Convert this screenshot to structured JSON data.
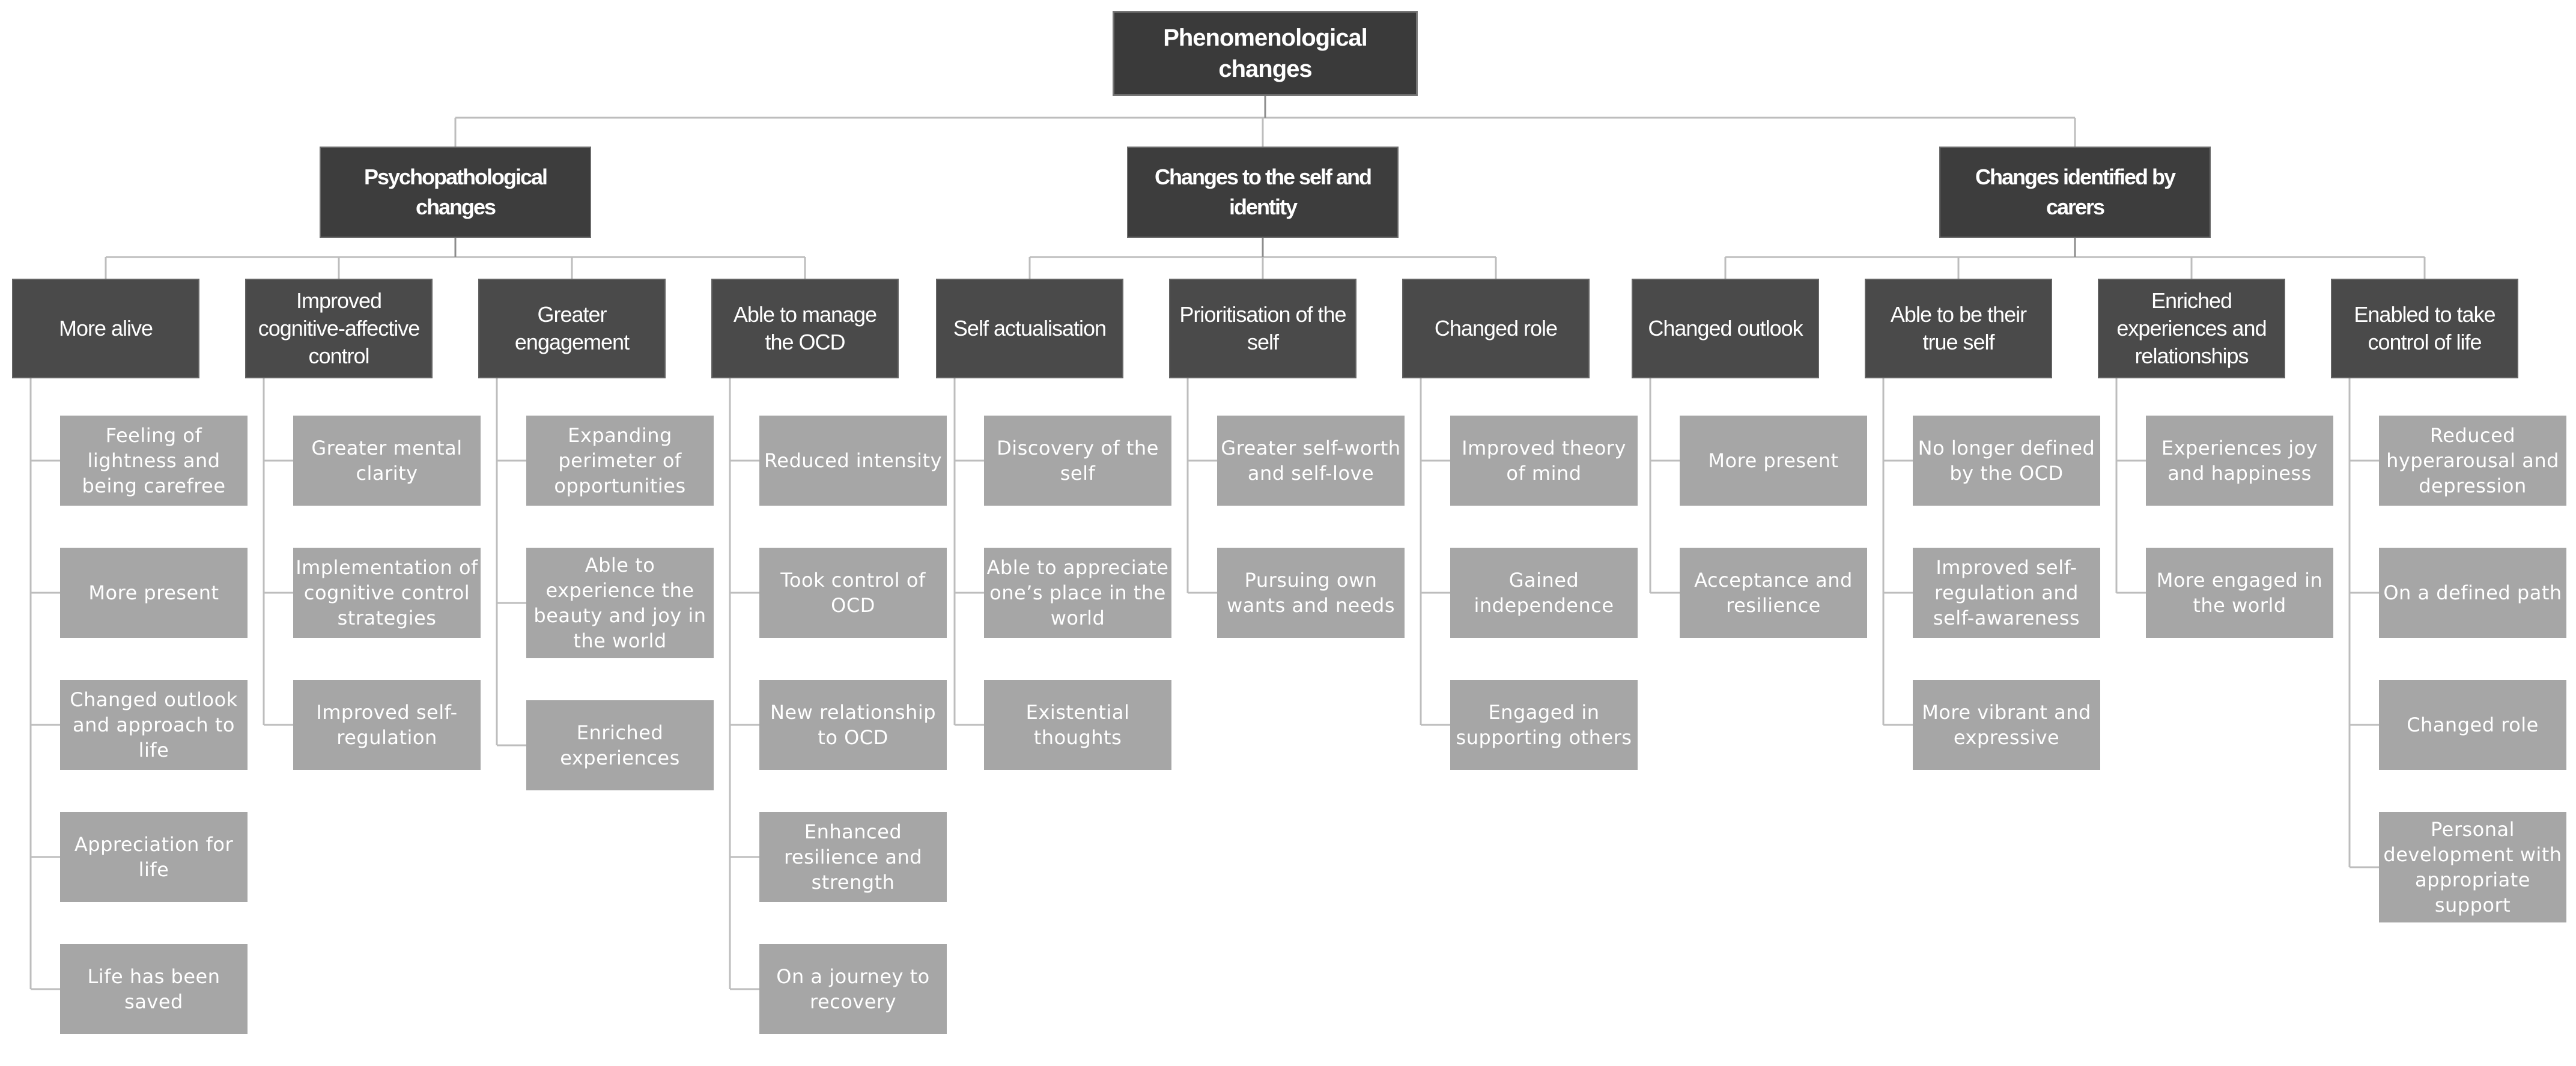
{
  "root": {
    "label": "Phenomenological changes"
  },
  "branches": [
    {
      "label": "Psychopathological changes",
      "groups": [
        {
          "label": "More alive",
          "leaves": [
            "Feeling of lightness and being carefree",
            "More present",
            "Changed outlook and approach to life",
            "Appreciation for life",
            "Life has been saved"
          ]
        },
        {
          "label": "Improved cognitive-affective control",
          "leaves": [
            "Greater mental clarity",
            "Implementation of cognitive control strategies",
            "Improved self-regulation"
          ]
        },
        {
          "label": "Greater engagement",
          "leaves": [
            "Expanding perimeter of opportunities",
            "Able to experience the beauty and joy in the world",
            "Enriched experiences"
          ]
        },
        {
          "label": "Able to manage the OCD",
          "leaves": [
            "Reduced intensity",
            "Took control of OCD",
            "New relationship to OCD",
            "Enhanced resilience and strength",
            "On a journey to recovery"
          ]
        }
      ]
    },
    {
      "label": "Changes to the self and identity",
      "groups": [
        {
          "label": "Self actualisation",
          "leaves": [
            "Discovery of the self",
            "Able to appreciate one’s place in the world",
            "Existential thoughts"
          ]
        },
        {
          "label": "Prioritisation of the self",
          "leaves": [
            "Greater self-worth and self-love",
            "Pursuing own wants and needs"
          ]
        },
        {
          "label": "Changed role",
          "leaves": [
            "Improved theory of mind",
            "Gained independence",
            "Engaged in supporting others"
          ]
        }
      ]
    },
    {
      "label": "Changes identified by carers",
      "groups": [
        {
          "label": "Changed outlook",
          "leaves": [
            "More present",
            "Acceptance and resilience"
          ]
        },
        {
          "label": "Able to be their true self",
          "leaves": [
            "No longer defined by the OCD",
            "Improved self-regulation and self-awareness",
            "More vibrant and expressive"
          ]
        },
        {
          "label": "Enriched experiences and relationships",
          "leaves": [
            "Experiences joy and happiness",
            "More engaged in the world"
          ]
        },
        {
          "label": "Enabled to take control of life",
          "leaves": [
            "Reduced hyperarousal and depression",
            "On a defined path",
            "Changed role",
            "Personal development with appropriate support"
          ]
        }
      ]
    }
  ],
  "colors": {
    "node_dark": "#3a3a3a",
    "node_category": "#4a4a4a",
    "node_leaf": "#a6a6a6",
    "line_light": "#bdbdbd",
    "line_dark": "#8c8c8c",
    "text": "#ffffff"
  }
}
